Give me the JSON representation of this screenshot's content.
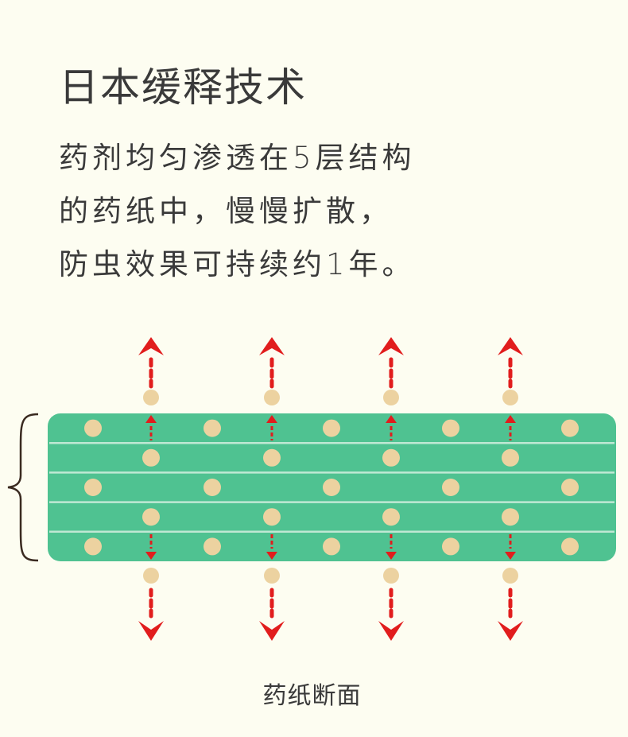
{
  "title": "日本缓释技术",
  "description": [
    "药剂均匀渗透在5层结构",
    "的药纸中，慢慢扩散，",
    "防虫效果可持续约1年。"
  ],
  "diagram": {
    "layers": 5,
    "caption": "药纸断面",
    "colors": {
      "background": "#fdfdf1",
      "paper": "#4fc291",
      "dot": "#ecd2a0",
      "arrow": "#e11d1d",
      "bracket": "#3a2a20"
    }
  }
}
